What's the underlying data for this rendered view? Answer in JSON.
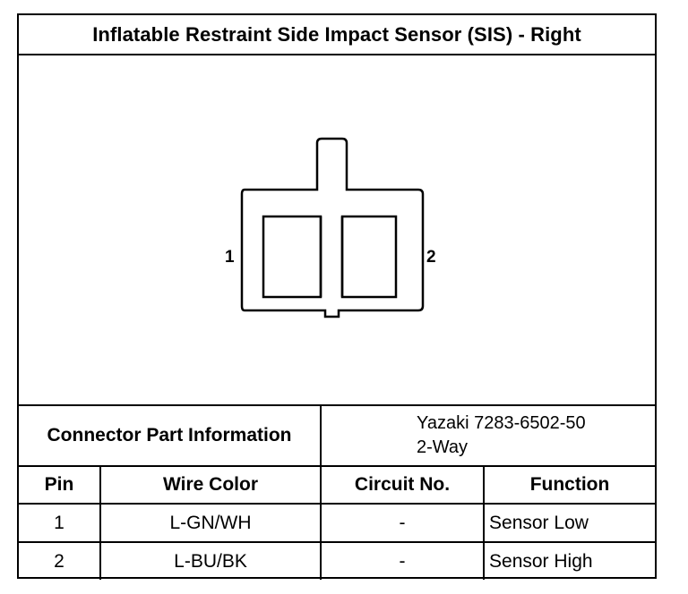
{
  "title": "Inflatable Restraint Side Impact Sensor (SIS) - Right",
  "connector": {
    "pin_labels": [
      "1",
      "2"
    ]
  },
  "part_info": {
    "label": "Connector Part Information",
    "part_number": "Yazaki 7283-6502-50",
    "way": "2-Way"
  },
  "table": {
    "headers": [
      "Pin",
      "Wire Color",
      "Circuit No.",
      "Function"
    ],
    "rows": [
      {
        "pin": "1",
        "wire_color": "L-GN/WH",
        "circuit": "-",
        "function": "Sensor Low"
      },
      {
        "pin": "2",
        "wire_color": "L-BU/BK",
        "circuit": "-",
        "function": "Sensor High"
      }
    ]
  }
}
